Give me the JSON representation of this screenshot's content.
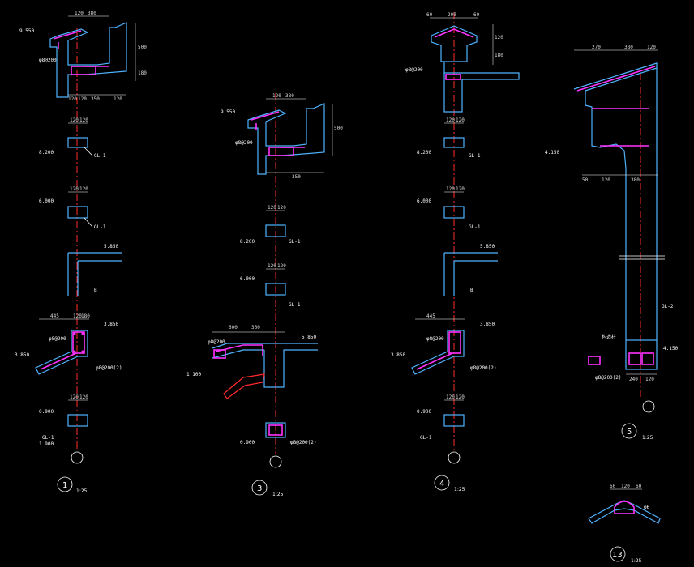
{
  "drawing": {
    "colors": {
      "background": "#000000",
      "concrete_outline": "#4fb3ff",
      "rebar": "#ff33ff",
      "dimension": "#ffffff",
      "axis": "#ff2b2b"
    },
    "details": [
      {
        "number": "1",
        "scale": "1:25"
      },
      {
        "number": "3",
        "scale": "1:25"
      },
      {
        "number": "4",
        "scale": "1:25"
      },
      {
        "number": "5",
        "scale": "1:25"
      },
      {
        "number": "13",
        "scale": "1:25"
      }
    ],
    "labels": {
      "gl1": "GL-1",
      "gl2": "GL-2",
      "lintel_1": "8.200",
      "lintel_2": "6.000",
      "lintel_3": "0.900",
      "lintel_4": "0.900",
      "floor_1": "3.850",
      "floor_2": "5.850",
      "roof_1": "9.550",
      "roof_2": "9.550",
      "sill_1": "1.100",
      "sill_2": "3.850",
      "gl1_sub": "1.900",
      "d5_elev": "4.150",
      "d5_top": "4.150",
      "rebar_note": "φ8@200",
      "bracket_note": "φ8@200(2)",
      "wall_note": "B",
      "d5_note": "构造柱",
      "d5_base": "φ8@200(2)",
      "d13_note": "φ6"
    },
    "dims": {
      "d1_top_a": "120",
      "d1_top_b": "380",
      "d1_bot_a": "120",
      "d1_bot_b": "120",
      "d1_bot_c": "350",
      "d1_bot_d": "120",
      "d1_right_a": "500",
      "d1_right_b": "180",
      "d1_overhang": "445",
      "d1_h1": "120",
      "d1_h2": "180",
      "d3_top_a": "120",
      "d3_top_b": "380",
      "d3_bot_c": "350",
      "d3_span_a": "600",
      "d3_span_b": "360",
      "d4_top_a": "60",
      "d4_top_b": "200",
      "d4_top_c": "60",
      "d4_v1": "120",
      "d4_v2": "180",
      "d5_top_a": "270",
      "d5_top_b": "380",
      "d5_top_c": "120",
      "d5_mid_a": "50",
      "d5_mid_b": "120",
      "d5_mid_c": "380",
      "d5_base_a": "240",
      "d5_base_b": "120",
      "d13_a": "60",
      "d13_b": "120",
      "d13_c": "60"
    }
  }
}
